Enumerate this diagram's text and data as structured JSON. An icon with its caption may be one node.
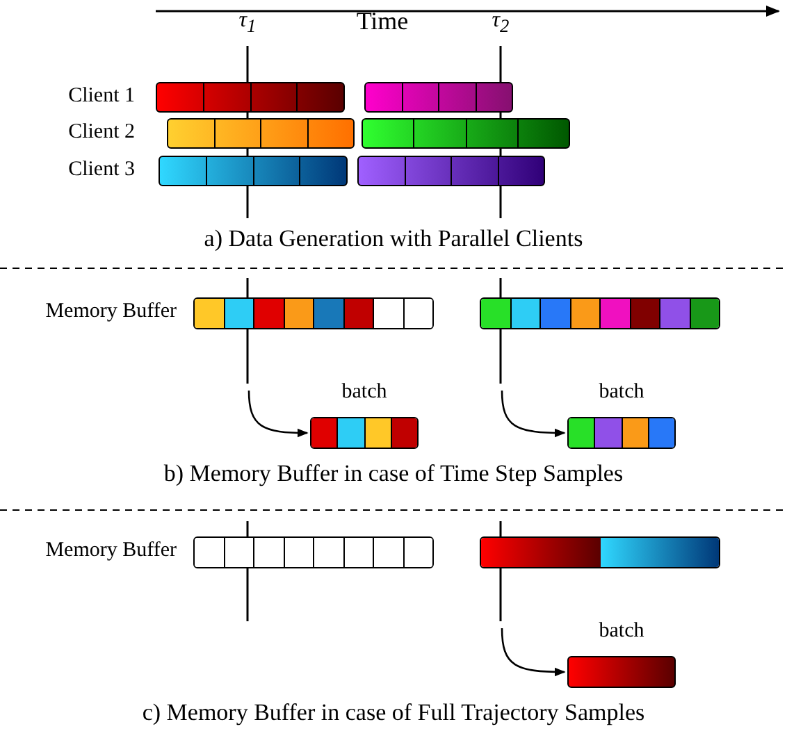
{
  "diagram": {
    "nodes": [
      {
        "text": [
          "batch"
        ]
      },
      {
        "text": [
          "batch"
        ]
      },
      {
        "text": [
          "batch"
        ]
      }
    ],
    "edges": [
      {
        "from": null,
        "to": 0,
        "arrow": "to"
      },
      {
        "from": null,
        "to": 1,
        "arrow": "to"
      },
      {
        "from": null,
        "to": 2,
        "arrow": "to"
      }
    ],
    "labels": [
      "τ$_{1}$",
      "Time",
      "τ$_{2}$",
      "Client 1",
      "Client 2",
      "Client 3",
      "a) Data Generation with Parallel Clients",
      "Memory Buffer",
      "b) Memory Buffer in case of Time Step Samples",
      "Memory Buffer",
      "c) Memory Buffer in case of Full Trajectory Samples"
    ]
  }
}
